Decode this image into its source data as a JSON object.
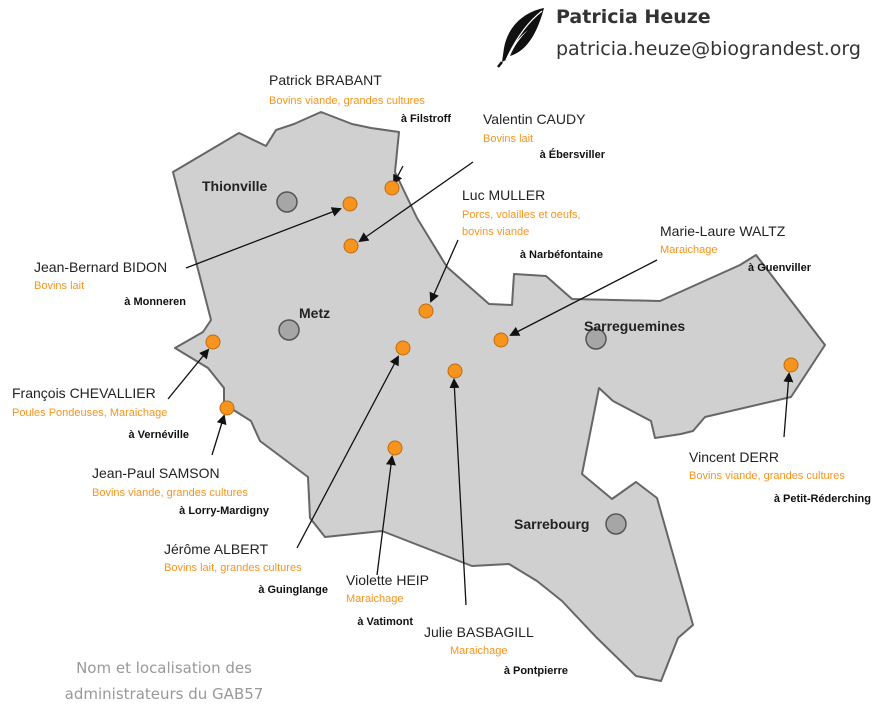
{
  "header": {
    "contact_name": "Patricia Heuze",
    "contact_email": "patricia.heuze@biograndest.org",
    "icon": "feather-icon"
  },
  "caption": {
    "line1": "Nom et localisation des",
    "line2": "administrateurs du GAB57"
  },
  "colors": {
    "region_fill": "#d0d0d1",
    "region_stroke": "#666666",
    "farm_marker": "#f7941d",
    "city_marker": "#a6a6a6",
    "production_text": "#f7941d"
  },
  "cities": [
    {
      "name": "Thionville"
    },
    {
      "name": "Metz"
    },
    {
      "name": "Sarreguemines"
    },
    {
      "name": "Sarrebourg"
    }
  ],
  "administrators": [
    {
      "name": "Patrick BRABANT",
      "production": "Bovins viande, grandes cultures",
      "location": "à Filstroff"
    },
    {
      "name": "Valentin CAUDY",
      "production": "Bovins lait",
      "location": "à Ébersviller"
    },
    {
      "name": "Luc MULLER",
      "production": "Porcs, volailles et oeufs, bovins viande",
      "location": "à Narbéfontaine"
    },
    {
      "name": "Marie-Laure WALTZ",
      "production": "Maraichage",
      "location": "à Guenviller"
    },
    {
      "name": "Jean-Bernard BIDON",
      "production": "Bovins lait",
      "location": "à Monneren"
    },
    {
      "name": "François CHEVALLIER",
      "production": "Poules Pondeuses, Maraichage",
      "location": "à Vernéville"
    },
    {
      "name": "Jean-Paul SAMSON",
      "production": "Bovins viande, grandes cultures",
      "location": "à Lorry-Mardigny"
    },
    {
      "name": "Jérôme ALBERT",
      "production": "Bovins lait, grandes cultures",
      "location": "à Guinglange"
    },
    {
      "name": "Violette HEIP",
      "production": "Maraichage",
      "location": "à Vatimont"
    },
    {
      "name": "Julie BASBAGILL",
      "production": "Maraichage",
      "location": "à Pontpierre"
    },
    {
      "name": "Vincent DERR",
      "production": "Bovins viande, grandes cultures",
      "location": "à Petit-Réderching"
    }
  ]
}
